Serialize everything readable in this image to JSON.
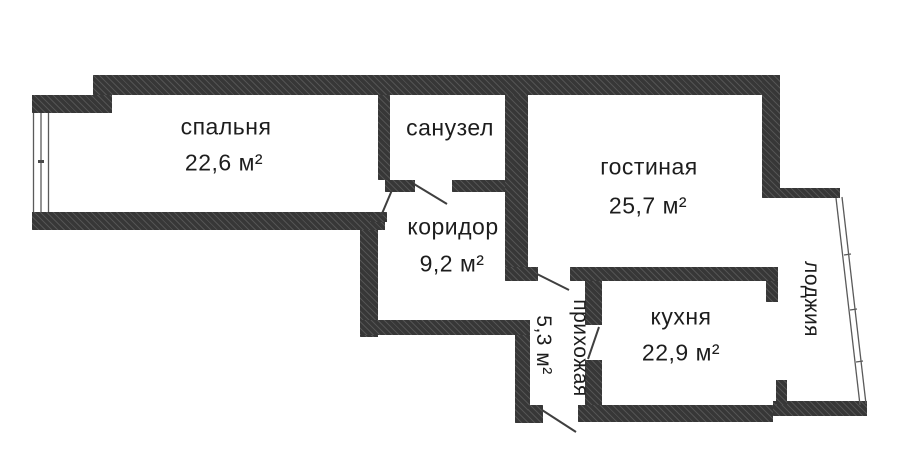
{
  "rooms": [
    {
      "id": "bedroom",
      "name": "спальня",
      "area": "22,6 м²"
    },
    {
      "id": "bathroom",
      "name": "санузел"
    },
    {
      "id": "living-room",
      "name": "гостиная",
      "area": "25,7 м²"
    },
    {
      "id": "corridor",
      "name": "коридор",
      "area": "9,2 м²"
    },
    {
      "id": "hallway",
      "name": "прихожая",
      "area": "5,3 м²"
    },
    {
      "id": "kitchen",
      "name": "кухня",
      "area": "22,9 м²"
    },
    {
      "id": "loggia",
      "name": "лоджия"
    }
  ],
  "colors": {
    "wall": "#373737",
    "door_line": "#3f3f3f",
    "window_line": "#5a5a5a",
    "text": "#1d1d1d",
    "background": "#ffffff"
  }
}
